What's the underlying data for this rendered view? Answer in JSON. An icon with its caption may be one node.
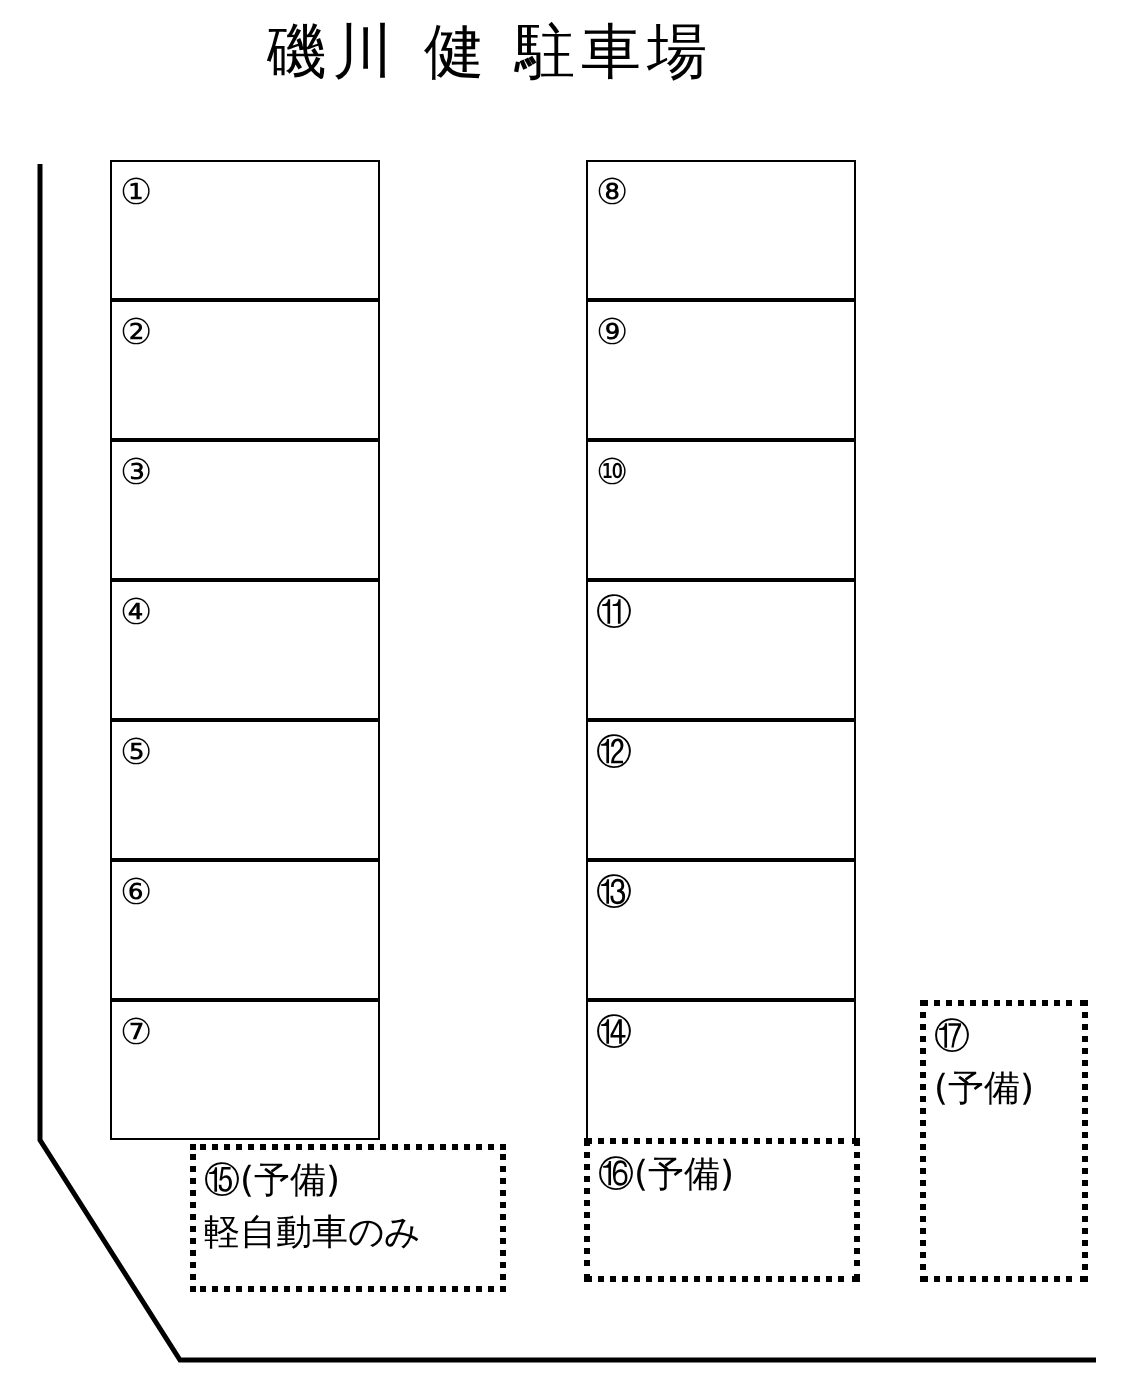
{
  "diagram": {
    "title": "磯川 健 駐車場",
    "nodes": [
      {
        "text": [
          "①"
        ]
      },
      {
        "text": [
          "②"
        ]
      },
      {
        "text": [
          "③"
        ]
      },
      {
        "text": [
          "④"
        ]
      },
      {
        "text": [
          "⑤"
        ]
      },
      {
        "text": [
          "⑥"
        ]
      },
      {
        "text": [
          "⑦"
        ]
      },
      {
        "text": [
          "⑧"
        ]
      },
      {
        "text": [
          "⑨"
        ]
      },
      {
        "text": [
          "⑩"
        ]
      },
      {
        "text": [
          "⑪"
        ]
      },
      {
        "text": [
          "⑫"
        ]
      },
      {
        "text": [
          "⑬"
        ]
      },
      {
        "text": [
          "⑭"
        ]
      },
      {
        "text": [
          "⑮(予備)",
          "軽自動車のみ"
        ]
      },
      {
        "text": [
          "⑯(予備)"
        ]
      },
      {
        "text": [
          "⑰",
          "(予備)"
        ]
      }
    ],
    "edges": []
  }
}
